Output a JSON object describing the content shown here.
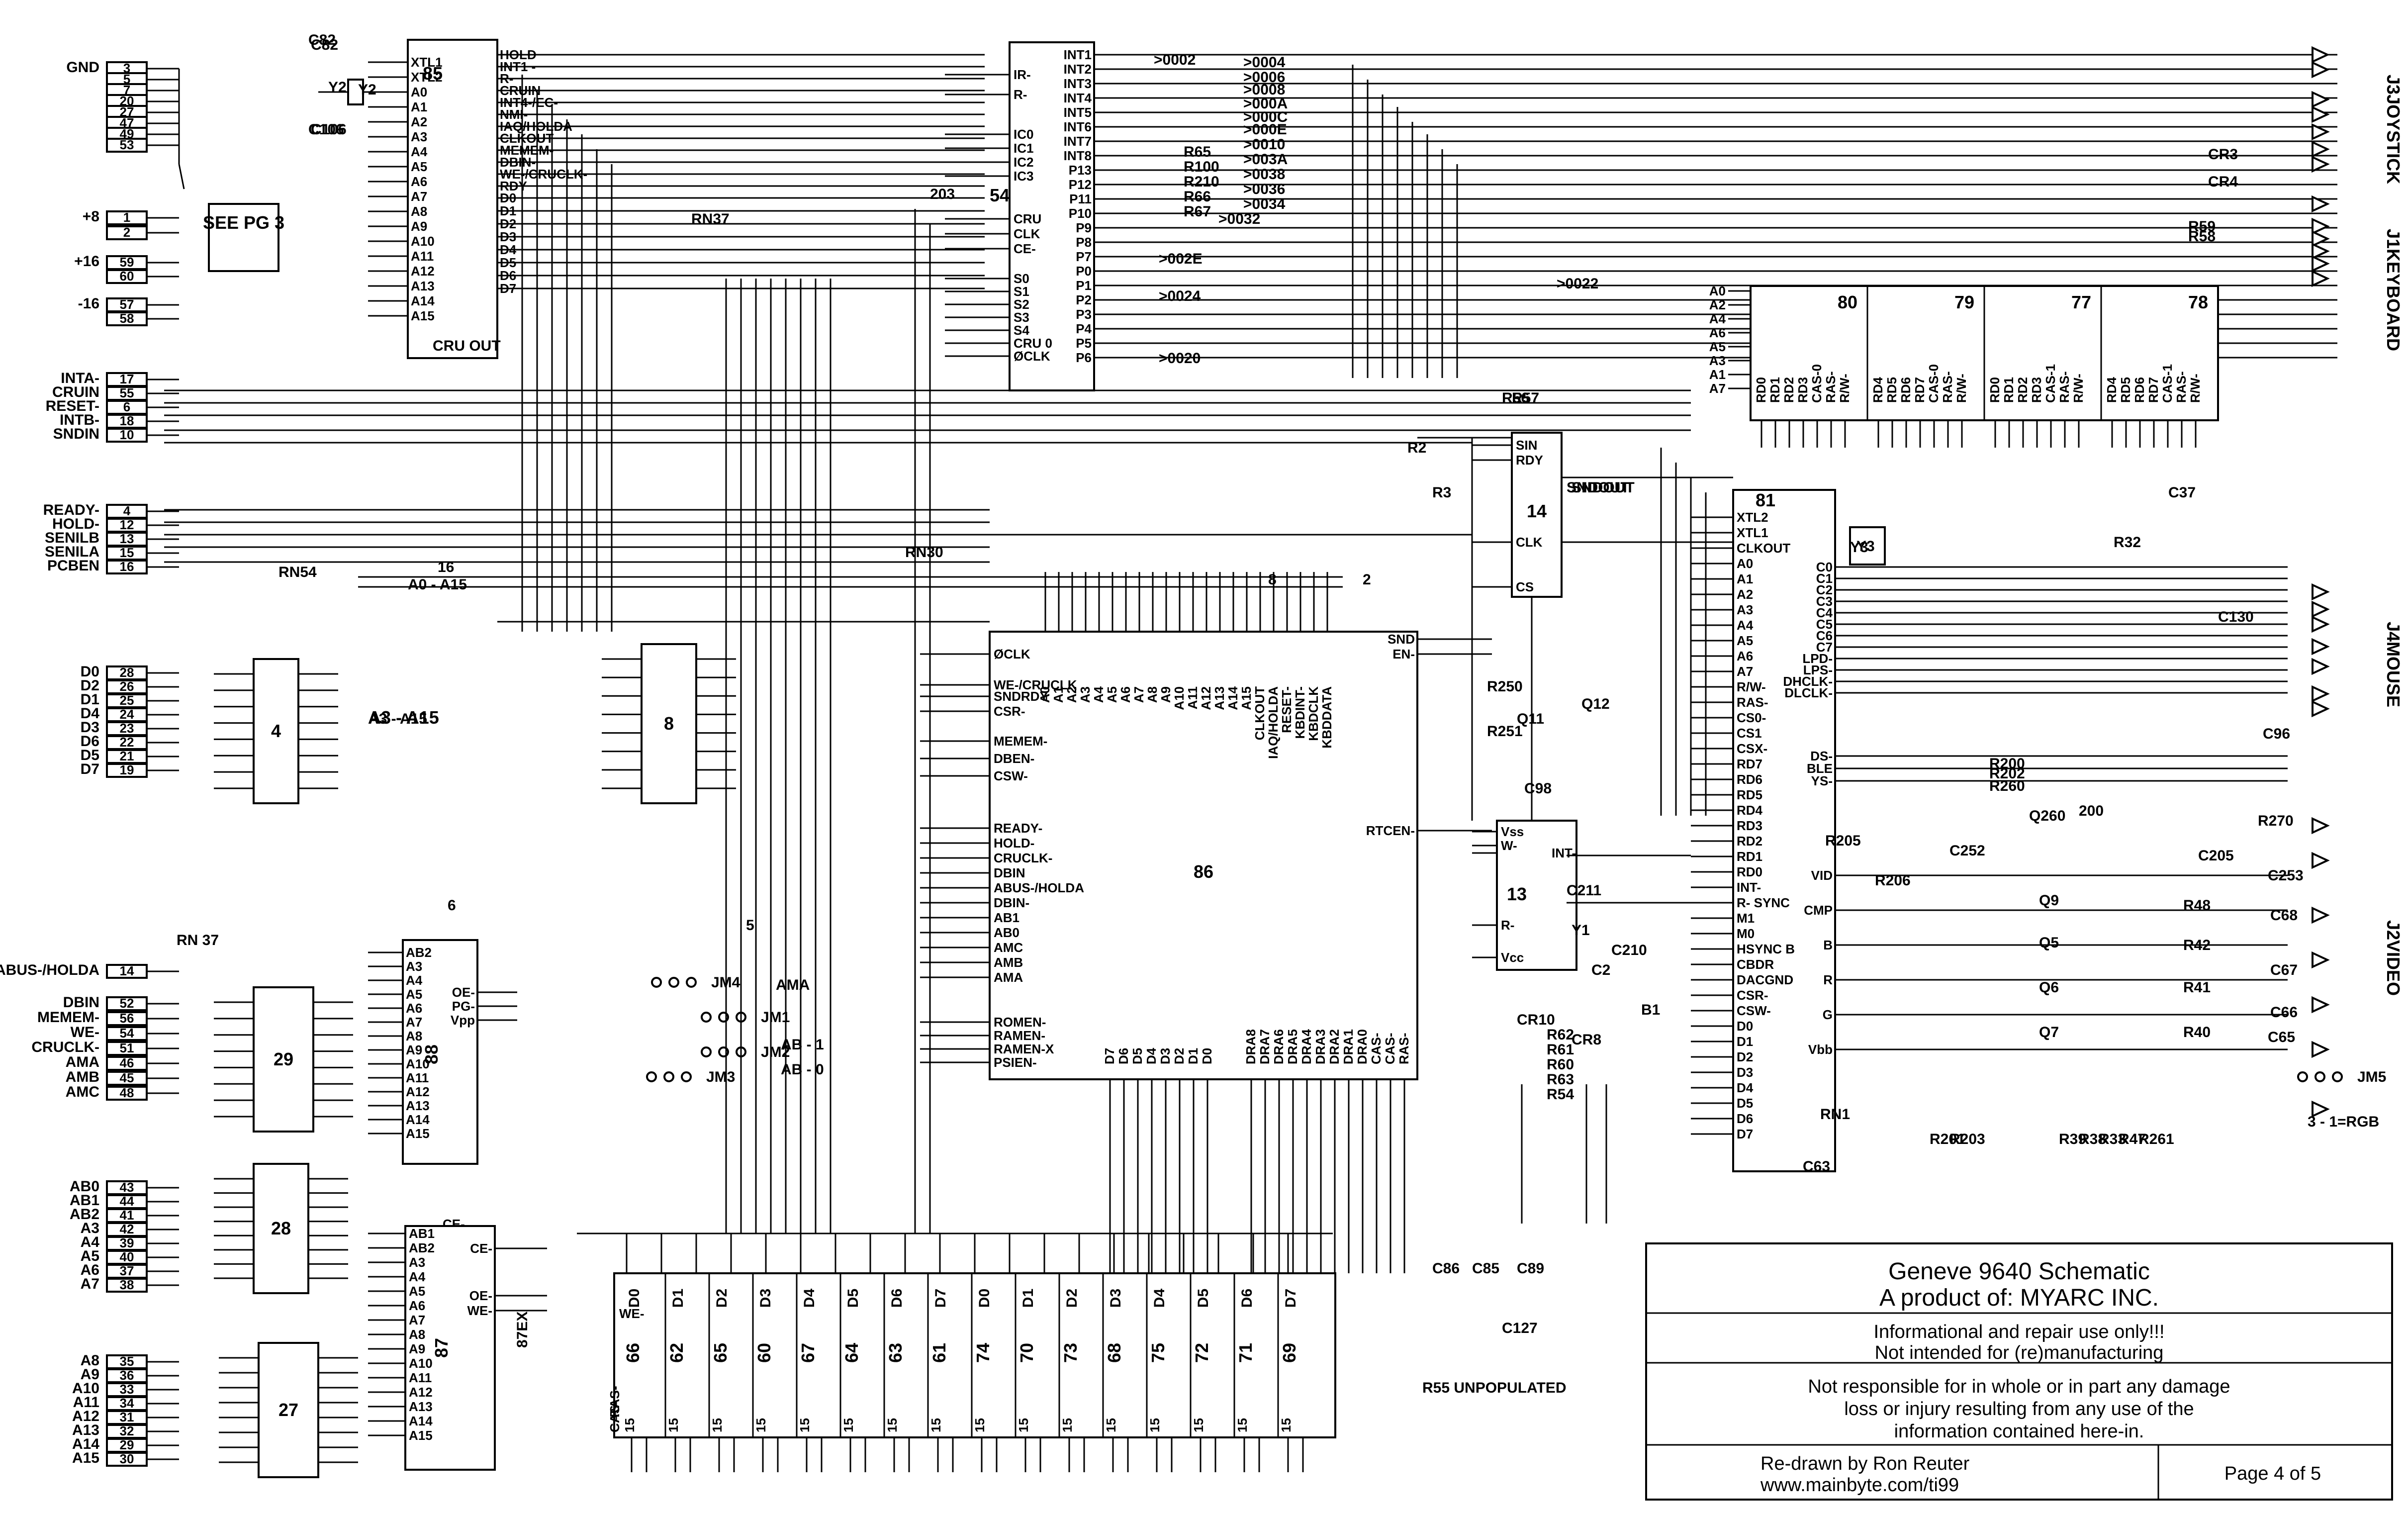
{
  "edge_labels": {
    "left": [
      {
        "name": "GND",
        "pins": [
          "3",
          "5",
          "7",
          "20",
          "27",
          "47",
          "49",
          "53"
        ]
      },
      {
        "name": "+8",
        "pins": [
          "1",
          "2"
        ]
      },
      {
        "name": "+16",
        "pins": [
          "59",
          "60"
        ]
      },
      {
        "name": "-16",
        "pins": [
          "57",
          "58"
        ]
      },
      {
        "name": "INTA-",
        "pins": [
          "17"
        ]
      },
      {
        "name": "CRUIN",
        "pins": [
          "55"
        ]
      },
      {
        "name": "RESET-",
        "pins": [
          "6"
        ]
      },
      {
        "name": "INTB-",
        "pins": [
          "18"
        ]
      },
      {
        "name": "SNDIN",
        "pins": [
          "10"
        ]
      },
      {
        "name": "READY-",
        "pins": [
          "4"
        ]
      },
      {
        "name": "HOLD-",
        "pins": [
          "12"
        ]
      },
      {
        "name": "SENILB",
        "pins": [
          "13"
        ]
      },
      {
        "name": "SENILA",
        "pins": [
          "15"
        ]
      },
      {
        "name": "PCBEN",
        "pins": [
          "16"
        ]
      },
      {
        "name": "D0",
        "pins": [
          "28"
        ]
      },
      {
        "name": "D2",
        "pins": [
          "26"
        ]
      },
      {
        "name": "D1",
        "pins": [
          "25"
        ]
      },
      {
        "name": "D4",
        "pins": [
          "24"
        ]
      },
      {
        "name": "D3",
        "pins": [
          "23"
        ]
      },
      {
        "name": "D6",
        "pins": [
          "22"
        ]
      },
      {
        "name": "D5",
        "pins": [
          "21"
        ]
      },
      {
        "name": "D7",
        "pins": [
          "19"
        ]
      },
      {
        "name": "ABUS-/HOLDA",
        "pins": [
          "14"
        ]
      },
      {
        "name": "DBIN",
        "pins": [
          "52"
        ]
      },
      {
        "name": "MEMEM-",
        "pins": [
          "56"
        ]
      },
      {
        "name": "WE-",
        "pins": [
          "54"
        ]
      },
      {
        "name": "CRUCLK-",
        "pins": [
          "51"
        ]
      },
      {
        "name": "AMA",
        "pins": [
          "46"
        ]
      },
      {
        "name": "AMB",
        "pins": [
          "45"
        ]
      },
      {
        "name": "AMC",
        "pins": [
          "48"
        ]
      },
      {
        "name": "AB0",
        "pins": [
          "43"
        ]
      },
      {
        "name": "AB1",
        "pins": [
          "44"
        ]
      },
      {
        "name": "AB2",
        "pins": [
          "41"
        ]
      },
      {
        "name": "A3",
        "pins": [
          "42"
        ]
      },
      {
        "name": "A4",
        "pins": [
          "39"
        ]
      },
      {
        "name": "A5",
        "pins": [
          "40"
        ]
      },
      {
        "name": "A6",
        "pins": [
          "37"
        ]
      },
      {
        "name": "A7",
        "pins": [
          "38"
        ]
      },
      {
        "name": "A8",
        "pins": [
          "35"
        ]
      },
      {
        "name": "A9",
        "pins": [
          "36"
        ]
      },
      {
        "name": "A10",
        "pins": [
          "33"
        ]
      },
      {
        "name": "A11",
        "pins": [
          "34"
        ]
      },
      {
        "name": "A12",
        "pins": [
          "31"
        ]
      },
      {
        "name": "A13",
        "pins": [
          "32"
        ]
      },
      {
        "name": "A14",
        "pins": [
          "29"
        ]
      },
      {
        "name": "A15",
        "pins": [
          "30"
        ]
      }
    ],
    "right": [
      "J3JOYSTICK",
      "J1KEYBOARD",
      "J4MOUSE",
      "J2VIDEO"
    ]
  },
  "see_pg3": "SEE PG 3",
  "parts": {
    "cpu": {
      "ref": "85",
      "pins_left": [
        "XTL1",
        "XTL2",
        "A0",
        "A1",
        "A2",
        "A3",
        "A4",
        "A5",
        "A6",
        "A7",
        "A8",
        "A9",
        "A10",
        "A11",
        "A12",
        "A13",
        "A14",
        "A15"
      ],
      "pins_right": [
        "HOLD",
        "INT1 -",
        "R-",
        "CRUIN",
        "INT4-/EC-",
        "NMI-",
        "IAQ/HOLDA",
        "CLKOUT",
        "MEMEM-",
        "DBIN-",
        "WE-/CRUCLK-",
        "RDY",
        "D0",
        "D1",
        "D2",
        "D3",
        "D4",
        "D5",
        "D6",
        "D7"
      ],
      "cru_out": "CRU OUT"
    },
    "int_ctl": {
      "ref": "54",
      "pins_left": [
        "IR-",
        "R-",
        "IC0",
        "IC1",
        "IC2",
        "IC3",
        "CRU",
        "CLK",
        "CE-",
        "S0",
        "S1",
        "S2",
        "S3",
        "S4",
        "CRU 0",
        "ØCLK"
      ],
      "pins_right": [
        "INT1",
        "INT2",
        "INT3",
        "INT4",
        "INT5",
        "INT6",
        "INT7",
        "INT8",
        "P13",
        "P12",
        "P11",
        "P10",
        "P9",
        "P8",
        "P7",
        "P0",
        "P1",
        "P2",
        "P3",
        "P4",
        "P5",
        "P6"
      ]
    },
    "gate_array": {
      "ref": "86",
      "pins_left": [
        "ØCLK",
        "WE-/CRUCLK",
        "SNDRDY",
        "CSR-",
        "MEMEM-",
        "DBEN-",
        "CSW-",
        "READY-",
        "HOLD-",
        "CRUCLK-",
        "DBIN",
        "ABUS-/HOLDA",
        "DBIN-",
        "AB1",
        "AB0",
        "AMC",
        "AMB",
        "AMA",
        "ROMEN-",
        "RAMEN-",
        "RAMEN-X",
        "PSIEN-"
      ],
      "pins_top": [
        "A0",
        "A1",
        "A2",
        "A3",
        "A4",
        "A5",
        "A6",
        "A7",
        "A8",
        "A9",
        "A10",
        "A11",
        "A12",
        "A13",
        "A14",
        "A15",
        "CLKOUT",
        "IAQ/HOLDA",
        "RESET-",
        "KBDINT-",
        "KBDCLK",
        "KBDDATA"
      ],
      "pins_right": [
        "SND",
        "EN-",
        "RTCEN-"
      ],
      "pins_bottom": [
        "D7",
        "D6",
        "D5",
        "D4",
        "D3",
        "D2",
        "D1",
        "D0",
        "DRA8",
        "DRA7",
        "DRA6",
        "DRA5",
        "DRA4",
        "DRA3",
        "DRA2",
        "DRA1",
        "DRA0",
        "CAS-",
        "CAS-",
        "RAS-"
      ]
    },
    "sound": {
      "ref": "14",
      "pins": [
        "SIN",
        "RDY",
        "CLK",
        "CS"
      ]
    },
    "video": {
      "ref": "81",
      "pins_left": [
        "XTL2",
        "XTL1",
        "CLKOUT",
        "A0",
        "A1",
        "A2",
        "A3",
        "A4",
        "A5",
        "A6",
        "A7",
        "R/W-",
        "RAS-",
        "CS0-",
        "CS1",
        "CSX-",
        "RD7",
        "RD6",
        "RD5",
        "RD4",
        "RD3",
        "RD2",
        "RD1",
        "RD0",
        "INT-",
        "R- SYNC",
        "M1",
        "M0",
        "HSYNC B",
        "CBDR",
        "DACGND",
        "CSR-",
        "CSW-",
        "D0",
        "D1",
        "D2",
        "D3",
        "D4",
        "D5",
        "D6",
        "D7"
      ],
      "pins_right": [
        "C0",
        "C1",
        "C2",
        "C3",
        "C4",
        "C5",
        "C6",
        "C7",
        "LPD-",
        "LPS-",
        "DHCLK-",
        "DLCLK-",
        "DS-",
        "BLE",
        "YS-",
        "VID",
        "CMP",
        "B",
        "R",
        "G",
        "Vbb"
      ]
    },
    "vram": [
      {
        "ref": "80",
        "pins": [
          "RD0",
          "RD1",
          "RD2",
          "RD3",
          "CAS-0",
          "RAS-",
          "R/W-"
        ]
      },
      {
        "ref": "79",
        "pins": [
          "RD4",
          "RD5",
          "RD6",
          "RD7",
          "CAS-0",
          "RAS-",
          "R/W-"
        ]
      },
      {
        "ref": "77",
        "pins": [
          "RD0",
          "RD1",
          "RD2",
          "RD3",
          "CAS-1",
          "RAS-",
          "R/W-"
        ]
      },
      {
        "ref": "78",
        "pins": [
          "RD4",
          "RD5",
          "RD6",
          "RD7",
          "CAS-1",
          "RAS-",
          "R/W-"
        ]
      }
    ],
    "rtc": {
      "ref": "13",
      "pins": [
        "Vss",
        "W-",
        "R-",
        "Vcc",
        "INT-"
      ]
    },
    "buffers": [
      {
        "ref": "4",
        "range": "A3 - A15"
      },
      {
        "ref": "29"
      },
      {
        "ref": "28"
      },
      {
        "ref": "27"
      }
    ],
    "eprom1": {
      "ref": "88",
      "pins": [
        "AB2",
        "A3",
        "A4",
        "A5",
        "A6",
        "A7",
        "A8",
        "A9",
        "A10",
        "A11",
        "A12",
        "A13",
        "A14",
        "A15",
        "OE-",
        "PG-",
        "Vpp",
        "CE-"
      ]
    },
    "eprom2": {
      "ref": "87",
      "pins": [
        "AB1",
        "AB2",
        "A3",
        "A4",
        "A5",
        "A6",
        "A7",
        "A8",
        "A9",
        "A10",
        "A11",
        "A12",
        "A13",
        "A14",
        "A15",
        "CE-",
        "OE-",
        "WE-"
      ],
      "label": "87EX"
    },
    "dram_refs": [
      "66",
      "62",
      "65",
      "60",
      "67",
      "64",
      "63",
      "61",
      "74",
      "70",
      "73",
      "68",
      "75",
      "72",
      "71",
      "69"
    ],
    "dram_labels": [
      "D0",
      "D1",
      "D2",
      "D3",
      "D4",
      "D5",
      "D6",
      "D7",
      "D0",
      "D1",
      "D2",
      "D3",
      "D4",
      "D5",
      "D6",
      "D7"
    ],
    "dram_ctl": [
      "RAS-",
      "CAS-",
      "WE-"
    ]
  },
  "jumpers": [
    "JM4",
    "JM1",
    "JM2",
    "JM3",
    "JM5"
  ],
  "jumper_text": [
    "AMA",
    "AB - 1",
    "AB - 0",
    "3 - 1=RGB"
  ],
  "misc_labels": [
    "A0 - A15",
    "A3 - A15",
    "RN37",
    "RN30",
    "RN54",
    "RN 37",
    "R55 UNPOPULATED",
    "SNDOUT",
    "CR3",
    "CR4",
    "CR10",
    "CR8",
    "Q11",
    "Q12",
    "Q9",
    "Q5",
    "Q6",
    "Q7",
    "Q260",
    "Y2",
    "Y1",
    "Y3",
    "B1",
    "C82",
    "C106",
    "C37",
    "C130",
    "C96",
    "C98",
    "C211",
    "C210",
    "C2",
    "C205",
    "C253",
    "C68",
    "C67",
    "C66",
    "C65",
    "C252",
    "C63",
    "C86",
    "C85",
    "C89",
    "C127",
    "R2",
    "R3",
    "R32",
    "R48",
    "R42",
    "R41",
    "R40",
    "R270",
    "R200",
    "R202",
    "R260",
    "R250",
    "R251",
    "R62",
    "R61",
    "R60",
    "R63",
    "R54",
    "R56",
    "R57",
    "R59",
    "R58",
    "R65",
    "R100",
    "R210",
    "R66",
    "R67",
    "R205",
    "R206",
    "R201",
    "R203",
    "R39",
    "R38",
    "R33",
    "R47",
    "R261",
    "RN1",
    "203",
    "200"
  ],
  "hex_nets": [
    ">0002",
    ">0004",
    ">0006",
    ">0008",
    ">000A",
    ">000C",
    ">000E",
    ">0010",
    ">003A",
    ">0038",
    ">0036",
    ">0034",
    ">0032",
    ">002E",
    ">0024",
    ">0020",
    ">0022"
  ],
  "bus_labels": [
    "16",
    "6",
    "5",
    "2",
    "8"
  ],
  "title_block": {
    "title": "Geneve 9640 Schematic",
    "subtitle": "A product of: MYARC INC.",
    "note1": "Informational and repair use only!!!",
    "note2": "Not intended for (re)manufacturing",
    "disclaimer1": "Not responsible for in whole or in part any damage",
    "disclaimer2": "loss or injury resulting from any use of the",
    "disclaimer3": "information contained here-in.",
    "credit1": "Re-drawn by Ron Reuter",
    "credit2": "www.mainbyte.com/ti99",
    "page": "Page 4 of 5"
  }
}
